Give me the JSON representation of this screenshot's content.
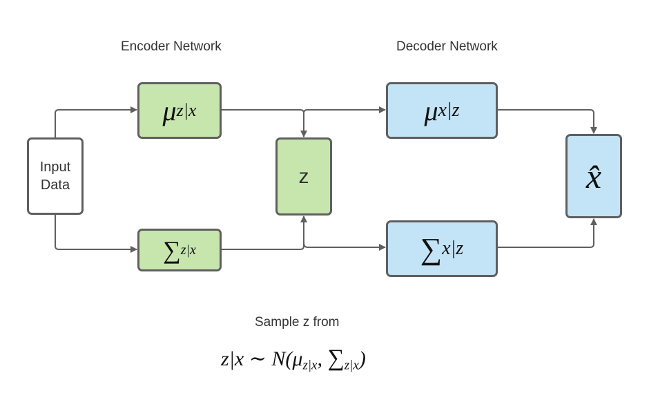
{
  "headings": {
    "encoder": "Encoder Network",
    "decoder": "Decoder Network"
  },
  "nodes": {
    "input": {
      "line1": "Input",
      "line2": "Data"
    },
    "mu_enc": {
      "symbol": "μ",
      "subscript": "z|x"
    },
    "sigma_enc": {
      "symbol": "∑",
      "subscript": "z|x"
    },
    "latent": {
      "symbol": "z"
    },
    "mu_dec": {
      "symbol": "μ",
      "subscript": "x|z"
    },
    "sigma_dec": {
      "symbol": "∑",
      "subscript": "x|z"
    },
    "output": {
      "symbol": "x̂"
    }
  },
  "sampling": {
    "caption": "Sample z from",
    "formula_lhs": "z|x ∼ N(",
    "mu": "μ",
    "mu_sub": "z|x",
    "comma": ", ",
    "sigma": "∑",
    "sigma_sub": "z|x",
    "close": ")"
  },
  "colors": {
    "encoder_fill": "#c7e6ae",
    "decoder_fill": "#c3e3f6",
    "stroke": "#5f5f5f"
  }
}
